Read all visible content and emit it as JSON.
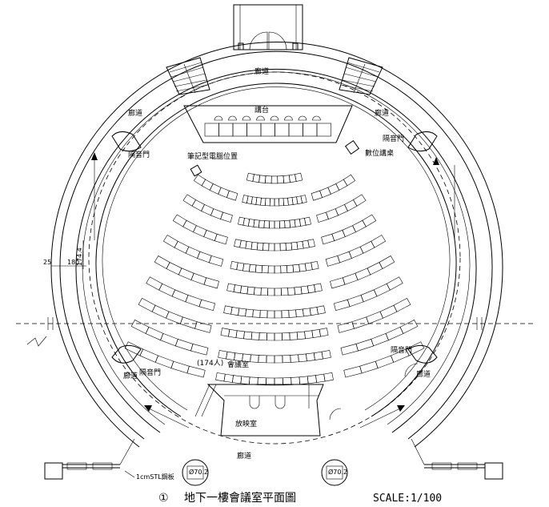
{
  "labels": {
    "corridor_top": "廊道",
    "corridor_left_upper": "廊道",
    "corridor_right_upper": "廊道",
    "corridor_left_lower": "廊道",
    "corridor_right_lower": "廊道",
    "corridor_bottom": "廊道",
    "stage": "講台",
    "laptop_position": "筆記型電腦位置",
    "digital_podium": "數位講桌",
    "sound_door_left_upper": "隔音門",
    "sound_door_right_upper": "隔音門",
    "sound_door_left_lower": "隔音門",
    "sound_door_right_lower": "隔音門",
    "conference_room": "會議室",
    "seat_count": "(174人)",
    "projection_room": "放映室",
    "dim_25": "25",
    "dim_180": "180",
    "dim_1744": "174.4",
    "pipe_note": "1cmSTL鋼板",
    "column_tag_left": "Ø70.2",
    "column_tag_right": "Ø70.2"
  },
  "title": {
    "number": "①",
    "text": "地下一樓會議室平面圖",
    "scale": "SCALE:1/100"
  },
  "seating": {
    "rows": 10
  }
}
